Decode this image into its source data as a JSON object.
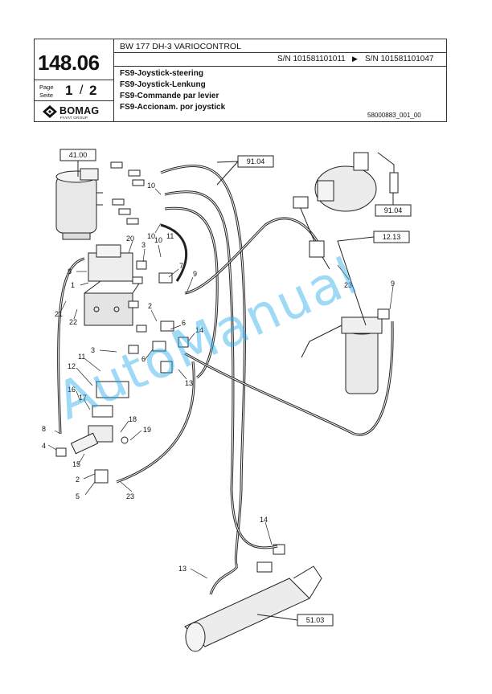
{
  "header": {
    "model": "BW 177 DH-3 VARIOCONTROL",
    "serial_from": "S/N 101581101011",
    "serial_arrow": "▶",
    "serial_to": "S/N 101581101047",
    "page_number": "148.06",
    "page_label_en": "Page",
    "page_label_de": "Seite",
    "page_current": "1",
    "page_sep": "/",
    "page_total": "2",
    "logo_text": "BOMAG",
    "logo_sub": "FAYAT GROUP",
    "titles": [
      "FS9-Joystick-steering",
      "FS9-Joystick-Lenkung",
      "FS9-Commande par levier",
      "FS9-Accionam. por joystick"
    ],
    "doc_id": "58000883_001_00"
  },
  "diagram": {
    "ref_boxes": [
      "41.00",
      "91.04",
      "91.04",
      "12.13",
      "51.03"
    ],
    "callouts": [
      "10",
      "10",
      "11",
      "20",
      "10",
      "3",
      "7",
      "9",
      "8",
      "1",
      "21",
      "22",
      "2",
      "6",
      "14",
      "3",
      "6",
      "11",
      "12",
      "13",
      "16",
      "17",
      "8",
      "4",
      "15",
      "18",
      "19",
      "2",
      "5",
      "23",
      "23",
      "9",
      "14",
      "13"
    ]
  },
  "watermark": "AutoManual"
}
